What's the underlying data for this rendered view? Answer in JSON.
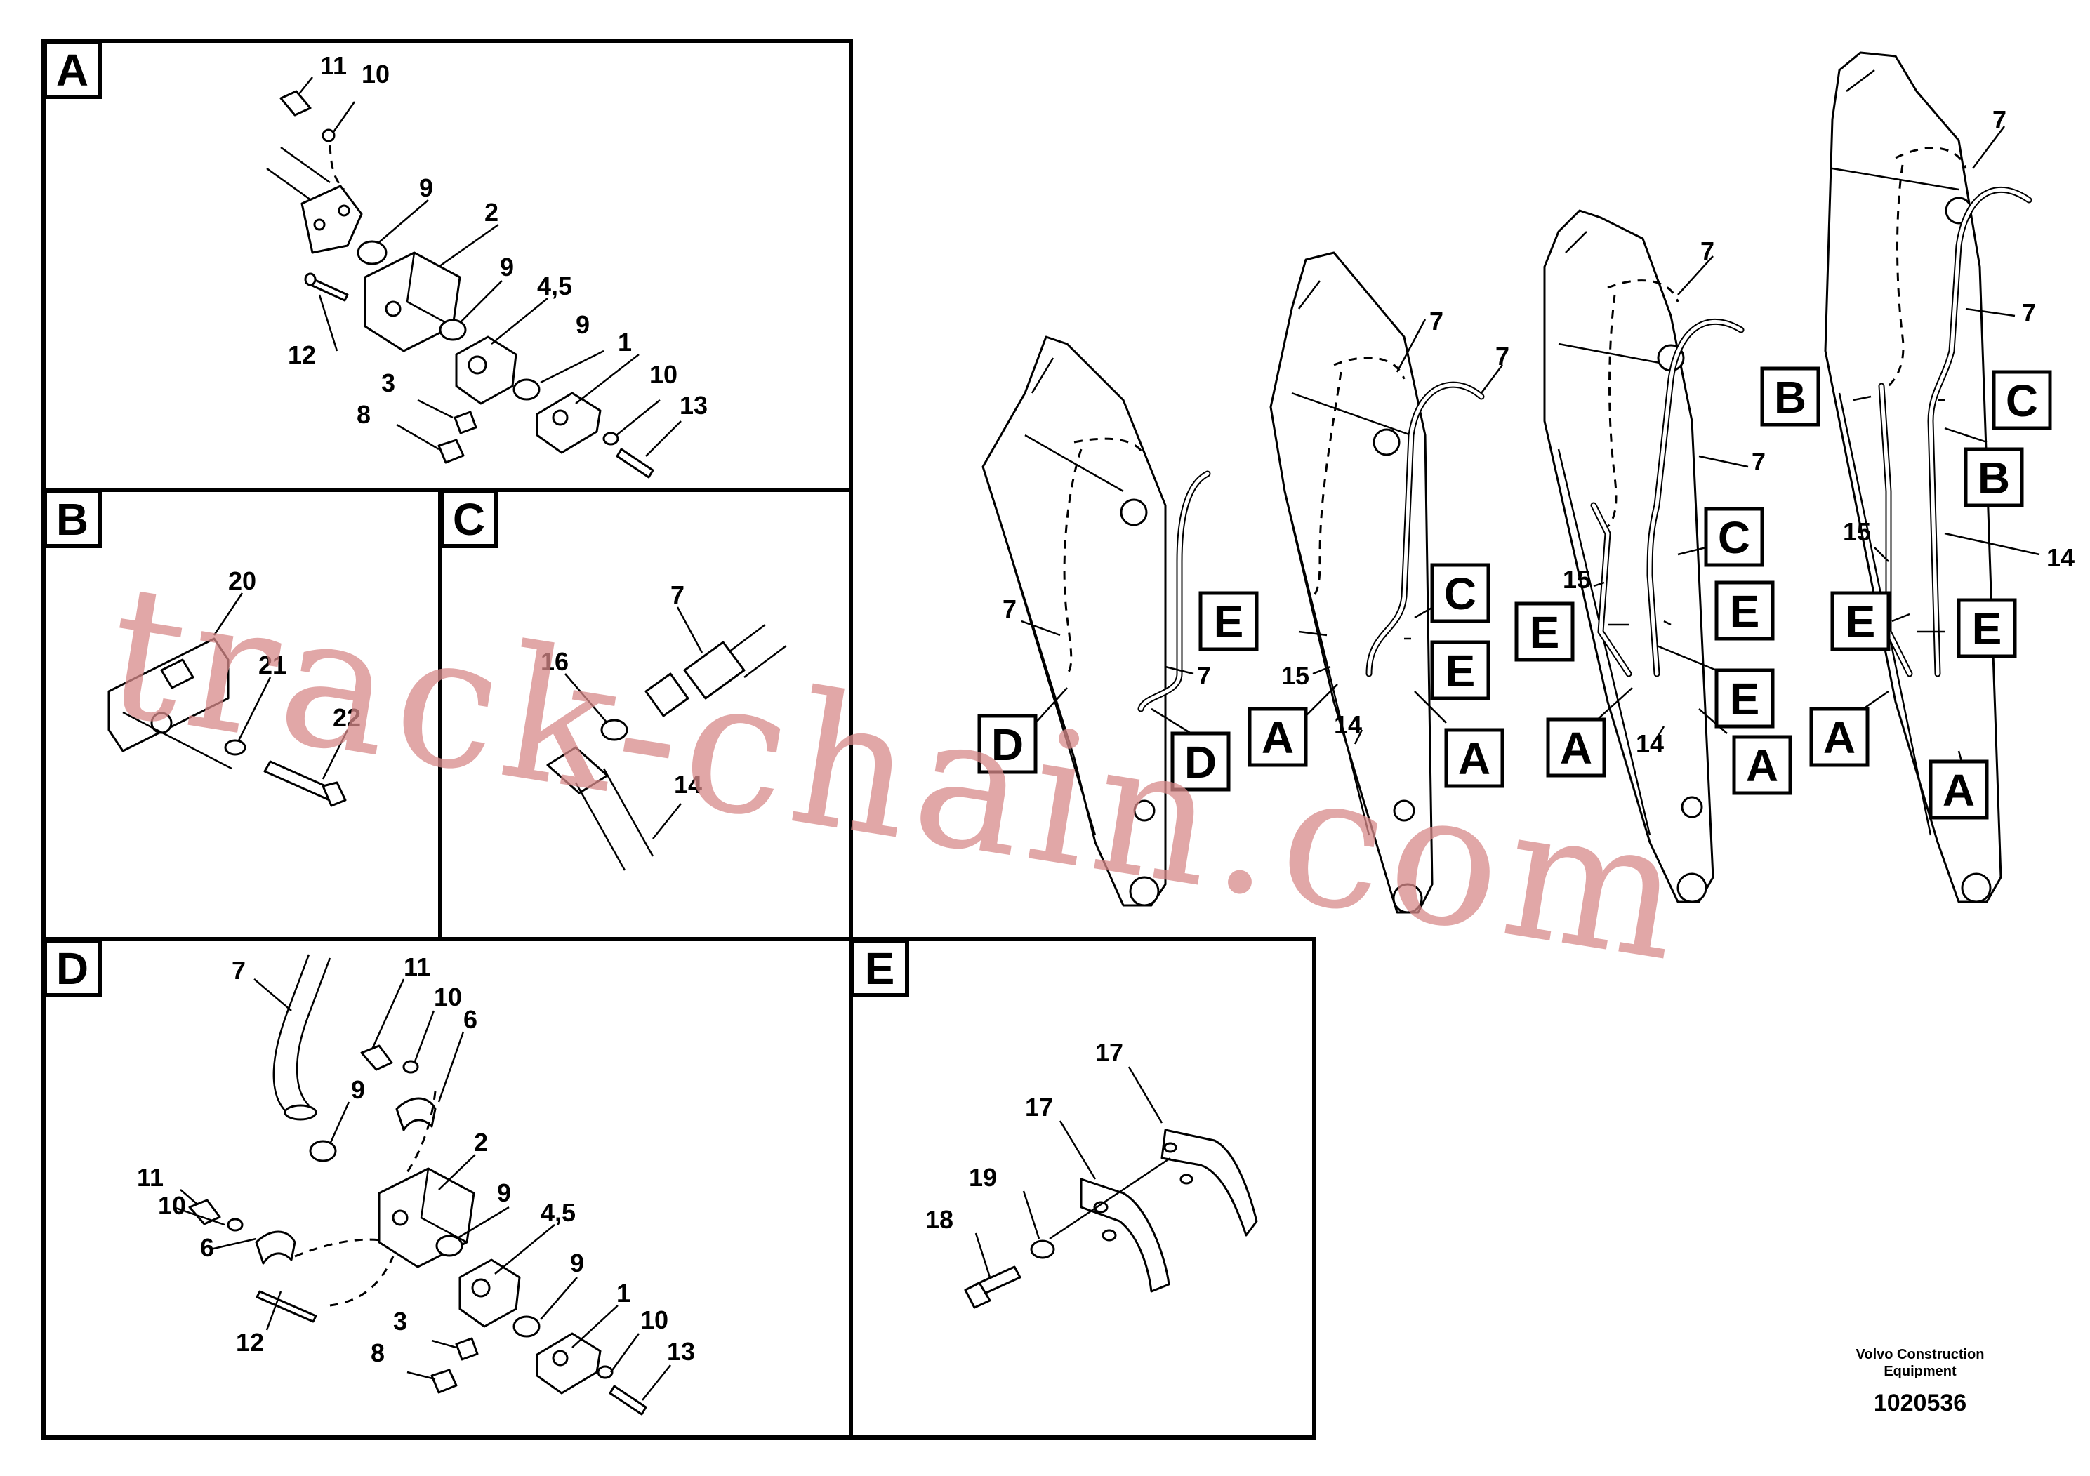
{
  "panels": [
    {
      "id": "A",
      "label": "A"
    },
    {
      "id": "B",
      "label": "B"
    },
    {
      "id": "C",
      "label": "C"
    },
    {
      "id": "D",
      "label": "D"
    },
    {
      "id": "E",
      "label": "E"
    }
  ],
  "panel_a_numbers": [
    "11",
    "10",
    "9",
    "2",
    "9",
    "4,5",
    "9",
    "1",
    "12",
    "3",
    "8",
    "10",
    "13"
  ],
  "panel_b_numbers": [
    "20",
    "21",
    "22"
  ],
  "panel_c_numbers": [
    "7",
    "16",
    "14"
  ],
  "panel_d_numbers": [
    "7",
    "11",
    "10",
    "6",
    "9",
    "2",
    "11",
    "10",
    "6",
    "9",
    "4,5",
    "12",
    "9",
    "3",
    "1",
    "8",
    "10",
    "13"
  ],
  "panel_e_numbers": [
    "17",
    "17",
    "19",
    "18"
  ],
  "overview_numbers": [
    "7",
    "7",
    "7",
    "7",
    "7",
    "7",
    "7",
    "7",
    "15",
    "14",
    "15",
    "14",
    "15",
    "14"
  ],
  "overview_boxes": [
    "D",
    "D",
    "E",
    "C",
    "E",
    "A",
    "A",
    "C",
    "E",
    "E",
    "E",
    "A",
    "A",
    "B",
    "C",
    "B",
    "E",
    "E",
    "A",
    "A"
  ],
  "footer": {
    "company_line1": "Volvo Construction",
    "company_line2": "Equipment",
    "drawing_number": "1020536"
  },
  "watermark": "track-chain.com"
}
